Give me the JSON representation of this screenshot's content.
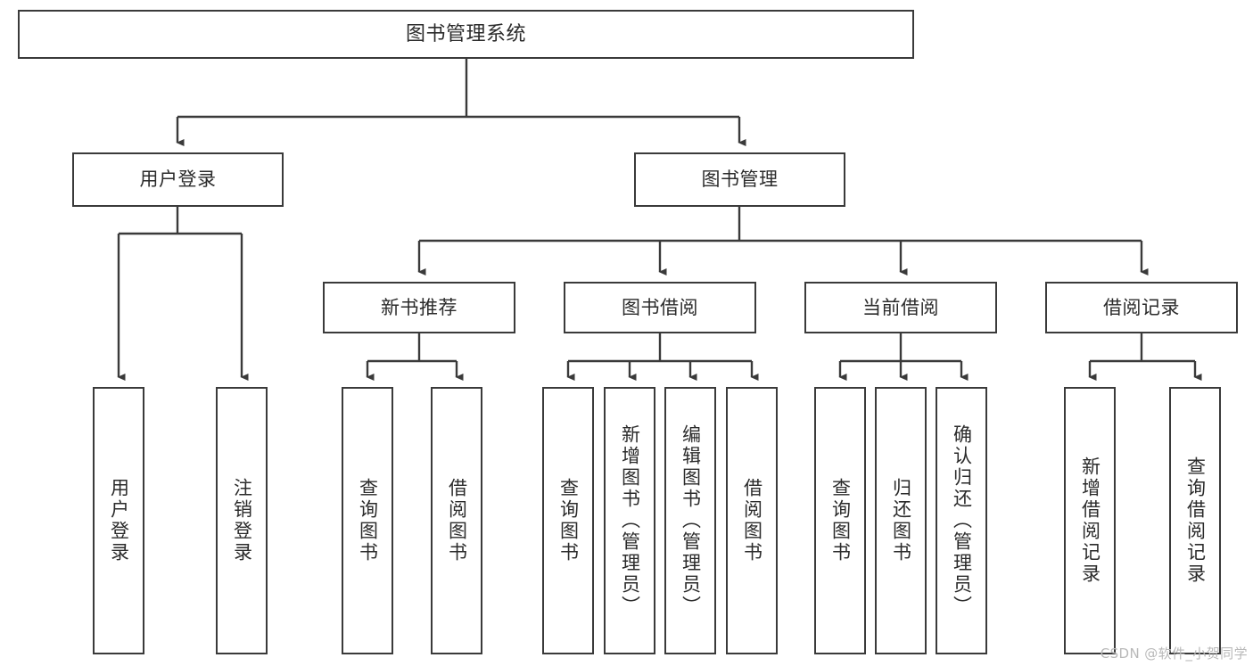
{
  "diagram": {
    "type": "tree",
    "title": "图书管理系统",
    "watermark": "CSDN @软件_小贺同学",
    "colors": {
      "background": "#ffffff",
      "stroke": "#3a3a3a",
      "text": "#2b2b2b",
      "watermark": "#b9b9b9"
    },
    "nodes": {
      "root": {
        "label": "图书管理系统"
      },
      "level1": [
        {
          "label": "用户登录"
        },
        {
          "label": "图书管理"
        }
      ],
      "level2": [
        {
          "label": "新书推荐"
        },
        {
          "label": "图书借阅"
        },
        {
          "label": "当前借阅"
        },
        {
          "label": "借阅记录"
        }
      ],
      "leaves": {
        "user_login": [
          {
            "label": "用户登录"
          },
          {
            "label": "注销登录"
          }
        ],
        "new_book": [
          {
            "label": "查询图书"
          },
          {
            "label": "借阅图书"
          }
        ],
        "book_borrow": [
          {
            "label": "查询图书"
          },
          {
            "label": "新增图书（管理员）"
          },
          {
            "label": "编辑图书（管理员）"
          },
          {
            "label": "借阅图书"
          }
        ],
        "current_borrow": [
          {
            "label": "查询图书"
          },
          {
            "label": "归还图书"
          },
          {
            "label": "确认归还（管理员）"
          }
        ],
        "borrow_record": [
          {
            "label": "新增借阅记录"
          },
          {
            "label": "查询借阅记录"
          }
        ]
      }
    }
  }
}
